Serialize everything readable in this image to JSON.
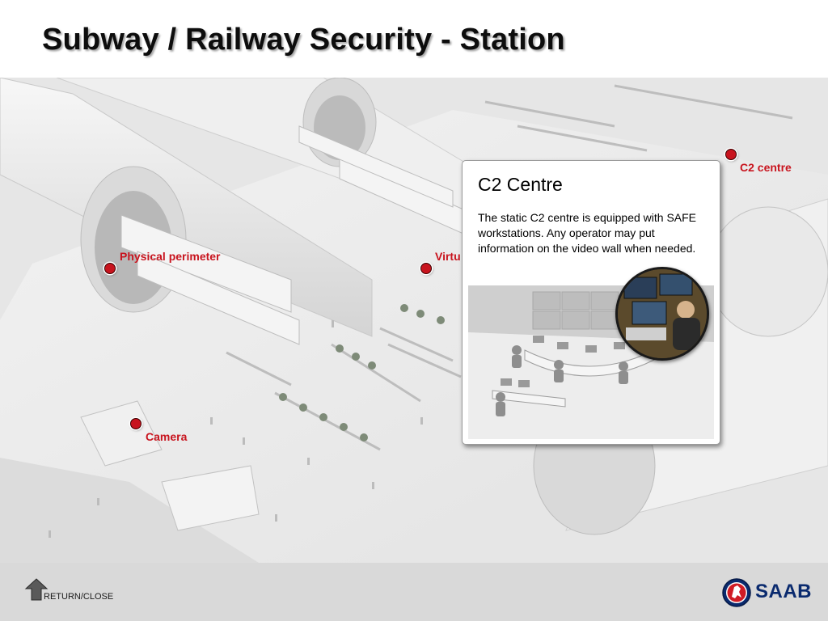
{
  "page": {
    "title": "Subway / Railway Security - Station"
  },
  "hotspots": [
    {
      "id": "physical-perimeter",
      "label": "Physical perimeter"
    },
    {
      "id": "virtual",
      "label": "Virtu"
    },
    {
      "id": "c2-centre",
      "label": "C2 centre"
    },
    {
      "id": "camera",
      "label": "Camera"
    }
  ],
  "popup": {
    "title": "C2 Centre",
    "body": "The static C2 centre is equipped with SAFE workstations. Any operator may put information on the video wall when needed."
  },
  "footer": {
    "return_label": "RETURN/CLOSE",
    "return_icon": "home-arrow-icon",
    "logo_text": "SAAB",
    "logo_icon": "saab-griffin-icon"
  },
  "colors": {
    "hotspot": "#c8141e",
    "footer_bg": "#d9d9d9",
    "scene_bg": "#e9e9e9",
    "logo_blue": "#0a2a6e"
  }
}
